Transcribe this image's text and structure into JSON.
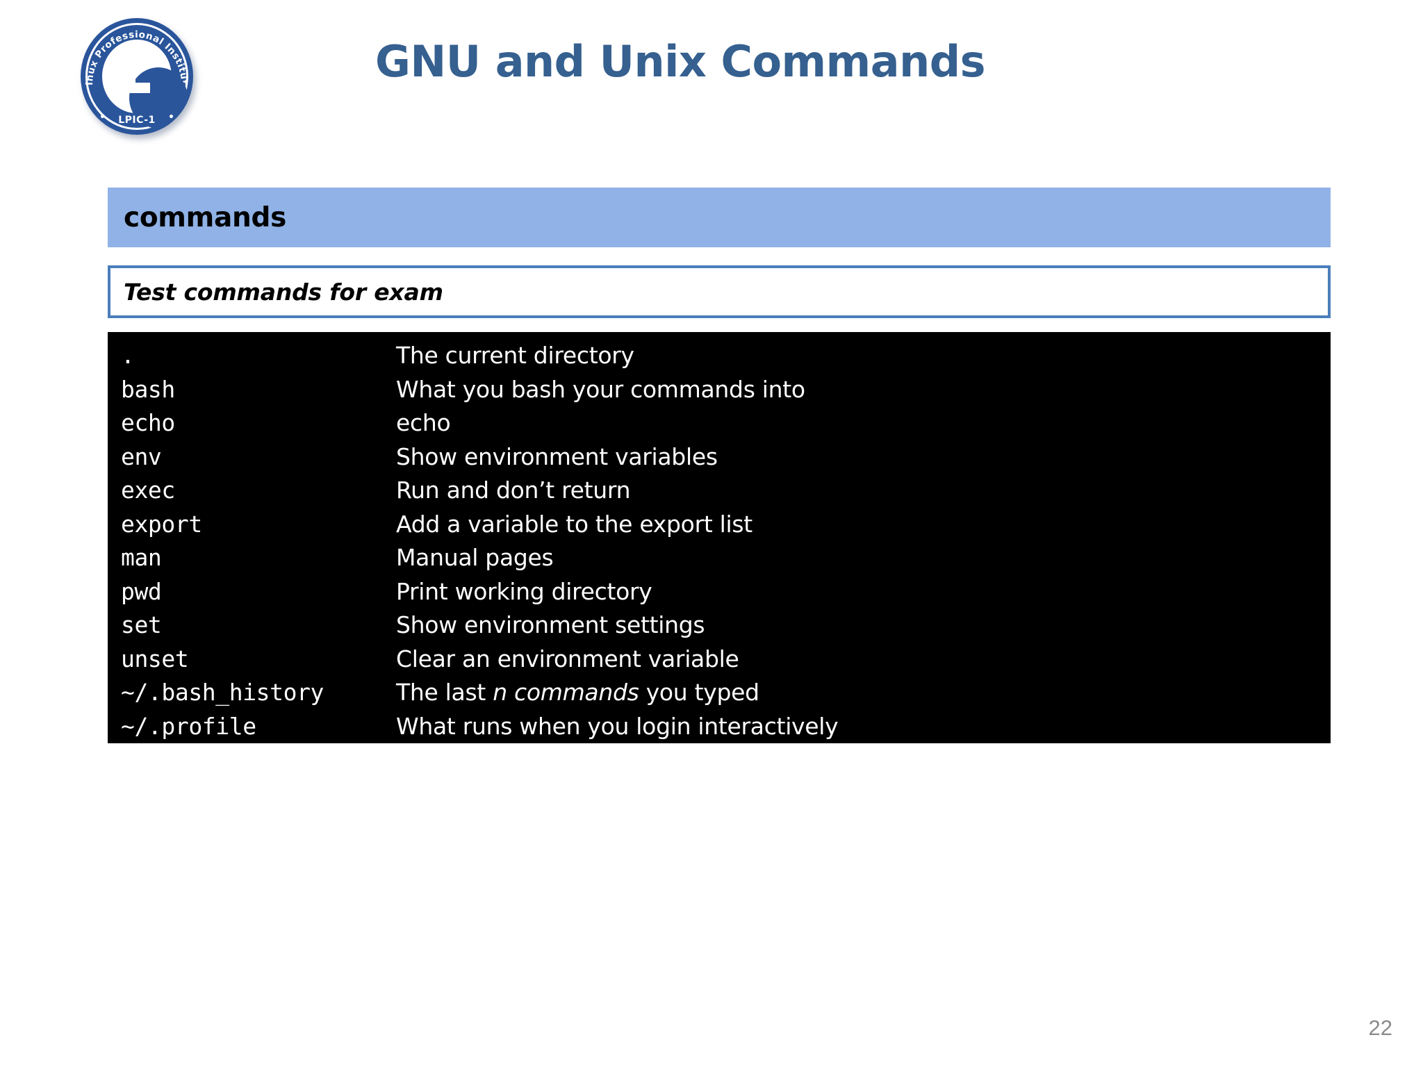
{
  "slide": {
    "title": "GNU and Unix Commands",
    "page_number": "22",
    "title_color": "#35608F",
    "banner_color": "#90B2E6",
    "border_color": "#4A7EBB",
    "terminal_bg": "#000000"
  },
  "logo": {
    "name": "lpi-lpic1-seal-logo",
    "arc_text": "Linux Professional Institute",
    "bottom_text": "LPIC-1",
    "mark": "L",
    "color": "#2a559b"
  },
  "section": {
    "banner_label": "commands",
    "subheading": "Test commands for exam"
  },
  "terminal": {
    "rows": [
      {
        "command": ".",
        "desc_pre": "The current directory",
        "desc_em": "",
        "desc_post": ""
      },
      {
        "command": "bash",
        "desc_pre": "What you bash your commands into",
        "desc_em": "",
        "desc_post": ""
      },
      {
        "command": "echo",
        "desc_pre": "echo",
        "desc_em": "",
        "desc_post": ""
      },
      {
        "command": "env",
        "desc_pre": "Show environment variables",
        "desc_em": "",
        "desc_post": ""
      },
      {
        "command": "exec",
        "desc_pre": "Run and don’t return",
        "desc_em": "",
        "desc_post": ""
      },
      {
        "command": "export",
        "desc_pre": "Add a variable to the export list",
        "desc_em": "",
        "desc_post": ""
      },
      {
        "command": "man",
        "desc_pre": "Manual pages",
        "desc_em": "",
        "desc_post": ""
      },
      {
        "command": "pwd",
        "desc_pre": "Print working directory",
        "desc_em": "",
        "desc_post": ""
      },
      {
        "command": "set",
        "desc_pre": "Show environment settings",
        "desc_em": "",
        "desc_post": ""
      },
      {
        "command": "unset",
        "desc_pre": "Clear an environment variable",
        "desc_em": "",
        "desc_post": ""
      },
      {
        "command": "~/.bash_history",
        "desc_pre": "The last ",
        "desc_em": "n commands",
        "desc_post": " you typed"
      },
      {
        "command": "~/.profile",
        "desc_pre": "What runs when you login interactively",
        "desc_em": "",
        "desc_post": ""
      }
    ]
  }
}
